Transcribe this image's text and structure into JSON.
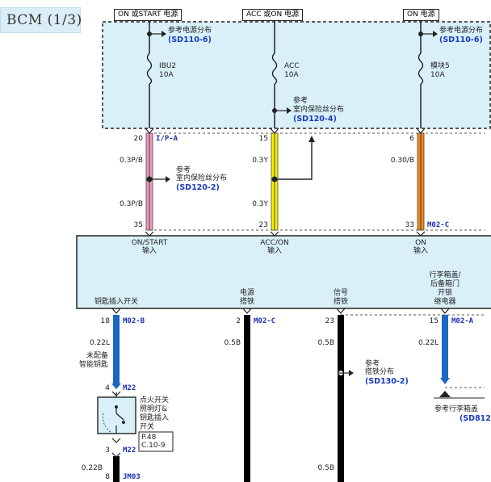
{
  "title": "BCM (1/3)",
  "sources": {
    "left": "ON 或START 电源",
    "mid": "ACC 或ON 电源",
    "right": "ON 电源"
  },
  "refs": {
    "ref_label": "参考",
    "power_dist": "参考电源分布",
    "sd110_6": "(SD110-6)",
    "fuse_dist": "室内保险丝分布",
    "sd120_4": "(SD120-4)",
    "sd120_2": "(SD120-2)",
    "ground_dist": "搭铁分布",
    "sd130_2": "(SD130-2)",
    "trunk_ref": "参考行李箱盖",
    "sd812": "(SD812"
  },
  "fuses": {
    "f1_name": "IBU2",
    "f1_amp": "10A",
    "f2_name": "ACC",
    "f2_amp": "10A",
    "f3_name": "模块5",
    "f3_amp": "10A"
  },
  "upper_wires": {
    "pin_20": "20",
    "conn_ipa": "I/P-A",
    "pin_15": "15",
    "pin_6": "6",
    "w1_top": "0.3P/B",
    "w1_bot": "0.3P/B",
    "w2_top": "0.3Y",
    "w2_bot": "0.3Y",
    "w3_top": "0.30/B",
    "pin_35": "35",
    "pin_23": "23",
    "pin_33": "33",
    "conn_m02c": "M02-C"
  },
  "bcm_inputs": {
    "in1_a": "ON/START",
    "in1_b": "输入",
    "in2_a": "ACC/ON",
    "in2_b": "输入",
    "in3_a": "ON",
    "in3_b": "输入",
    "key_switch": "钥匙插入开关",
    "pwr_gnd_a": "电源",
    "pwr_gnd_b": "搭铁",
    "sig_gnd_a": "信号",
    "sig_gnd_b": "搭铁",
    "trunk_a": "行李箱盖/",
    "trunk_b": "后备箱门",
    "trunk_c": "开锁",
    "trunk_d": "继电器"
  },
  "lower_wires": {
    "pin_18": "18",
    "conn_m02b": "M02-B",
    "pin_2": "2",
    "conn_m02c": "M02-C",
    "pin_23": "23",
    "pin_15": "15",
    "conn_m02a": "M02-A",
    "w_key": "0.22L",
    "w_pwr": "0.5B",
    "w_sig": "0.5B",
    "w_trunk": "0.22L",
    "not_equipped_a": "未配备",
    "not_equipped_b": "智能钥匙",
    "pin_4": "4",
    "conn_m22_top": "M22",
    "switch_a": "点火开关",
    "switch_b": "照明灯&",
    "switch_c": "钥匙插入",
    "switch_d": "开关",
    "page_a": "P.48",
    "page_b": "C.10-9",
    "pin_3": "3",
    "conn_m22_bot": "M22",
    "w_bot": "0.22B",
    "pin_8": "8",
    "conn_jm03": "JM03",
    "w_sig_bot": "0.5B"
  },
  "colors": {
    "panel": "#d9f0f9",
    "wire_pink": "#f29bc0",
    "wire_yellow": "#f5f200",
    "wire_orange": "#f08a1e",
    "wire_blue": "#1a66c2",
    "wire_black": "#000000",
    "ref_blue": "#1a3bbf"
  }
}
